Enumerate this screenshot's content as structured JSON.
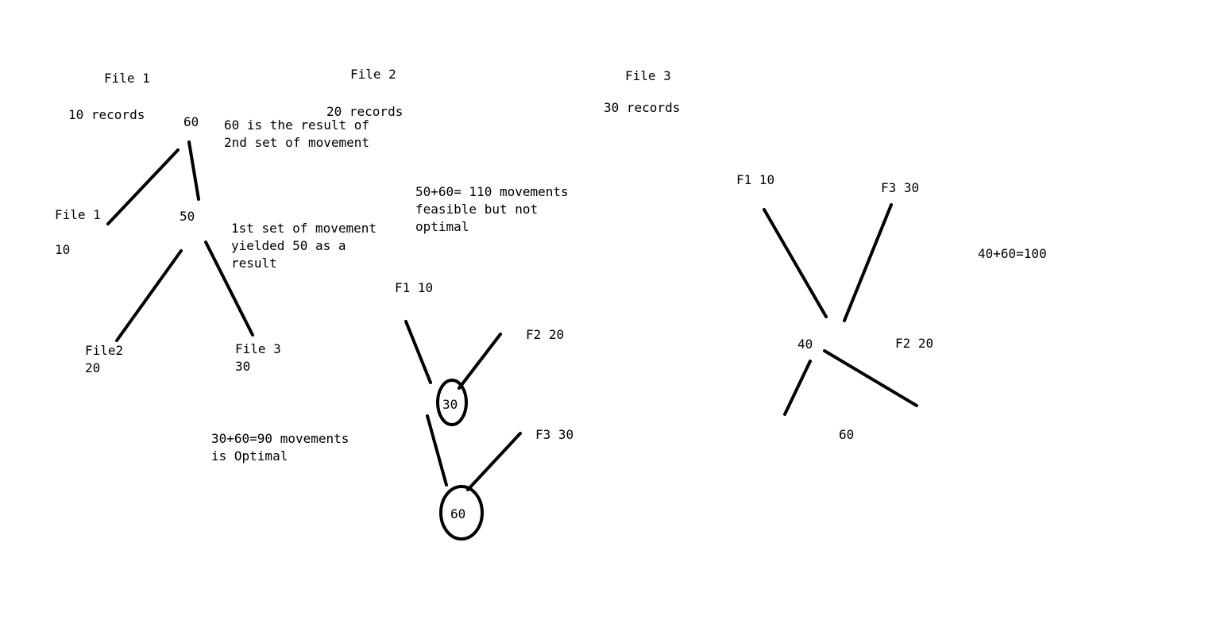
{
  "header": {
    "file1": "File 1",
    "file2": "File 2",
    "file3": "File 3",
    "records1": "10 records",
    "records2": "20 records",
    "records3": "30 records"
  },
  "tree1": {
    "root": "60",
    "root_note_1": "60 is the result of",
    "root_note_2": "2nd set of movement",
    "file1_label": "File 1",
    "file1_value": "10",
    "mid": "50",
    "mid_note_1": "1st set of movement",
    "mid_note_2": "yielded 50 as a",
    "mid_note_3": "result",
    "file2_label": "File2",
    "file2_value": "20",
    "file3_label": "File 3",
    "file3_value": "30"
  },
  "tree2": {
    "note_1": "50+60= 110 movements",
    "note_2": "feasible but not",
    "note_3": "optimal",
    "f1": "F1 10",
    "f2": "F2 20",
    "node_a": "30",
    "f3": "F3 30",
    "node_b": "60"
  },
  "tree3": {
    "f1": "F1 10",
    "f3": "F3 30",
    "sum": "40+60=100",
    "node": "40",
    "f2": "F2 20",
    "bottom": "60"
  },
  "optimal_note": {
    "line_1": "30+60=90 movements",
    "line_2": "is Optimal"
  }
}
